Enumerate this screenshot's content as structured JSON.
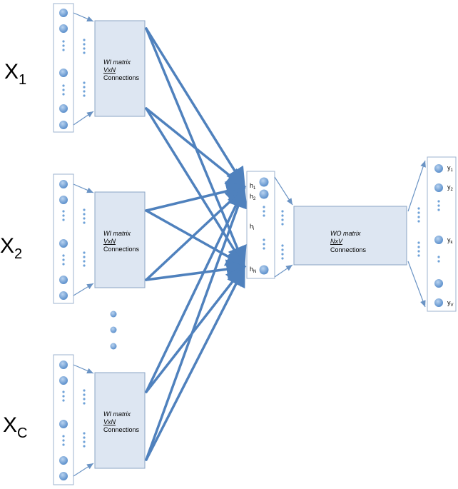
{
  "input_groups": [
    {
      "label": "X",
      "subscript": "1",
      "matrix_title": "WI matrix",
      "matrix_dims": "VxN",
      "matrix_caption": "Connections"
    },
    {
      "label": "X",
      "subscript": "2",
      "matrix_title": "WI matrix",
      "matrix_dims": "VxN",
      "matrix_caption": "Connections"
    },
    {
      "label": "X",
      "subscript": "C",
      "matrix_title": "WI matrix",
      "matrix_dims": "VxN",
      "matrix_caption": "Connections"
    }
  ],
  "hidden_layer": {
    "labels": [
      {
        "base": "h",
        "sub": "1"
      },
      {
        "base": "h",
        "sub": "2"
      },
      {
        "base": "h",
        "sub": "i"
      },
      {
        "base": "h",
        "sub": "N"
      }
    ]
  },
  "output_matrix": {
    "title": "WO matrix",
    "dims": "NxV",
    "caption": "Connections"
  },
  "output_layer": {
    "labels": [
      {
        "base": "y",
        "sub": "1"
      },
      {
        "base": "y",
        "sub": "2"
      },
      {
        "base": "y",
        "sub": "k"
      },
      {
        "base": "y",
        "sub": "V"
      }
    ]
  },
  "colors": {
    "node": "#6fa2d8",
    "arrow": "#4f81bd",
    "box_fill": "#dde6f2",
    "box_stroke": "#8aa4c4",
    "frame_stroke": "#9db3cf"
  }
}
